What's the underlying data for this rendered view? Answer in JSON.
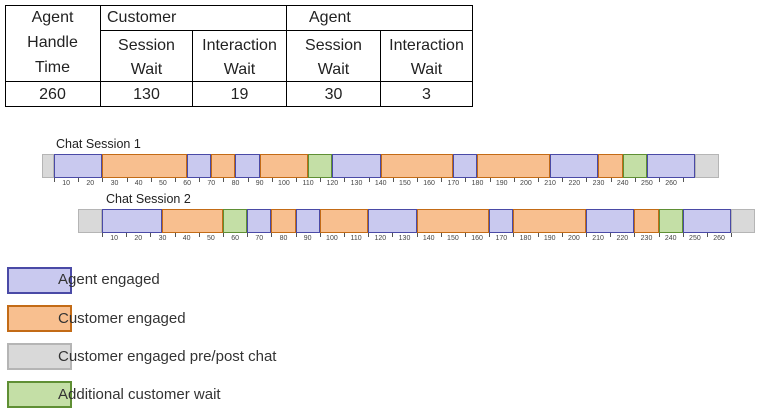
{
  "summary_table": {
    "agent_group_label": "Agent",
    "customer_group_label": "Customer",
    "agent_group2_label": "Agent",
    "col1_line2": "Handle",
    "col1_line3": "Time",
    "col2_line1": "Session",
    "col2_line2": "Wait",
    "col3_line1": "Interaction",
    "col3_line2": "Wait",
    "col4_line1": "Session",
    "col4_line2": "Wait",
    "col5_line1": "Interaction",
    "col5_line2": "Wait",
    "values": [
      "260",
      "130",
      "19",
      "30",
      "3"
    ]
  },
  "colors": {
    "agent_fill": "#c9c9ef",
    "agent_border": "#4a4aa6",
    "customer_fill": "#f8bf8f",
    "customer_border": "#c36b16",
    "prepost_fill": "#d9d9d9",
    "prepost_border": "#b5b5b5",
    "wait_fill": "#c4dfa6",
    "wait_border": "#5f8f34"
  },
  "sessions": [
    {
      "title": "Chat Session 1",
      "segments": [
        {
          "type": "prepost",
          "start": -5,
          "end": 0
        },
        {
          "type": "agent",
          "start": 0,
          "end": 20
        },
        {
          "type": "customer",
          "start": 20,
          "end": 55
        },
        {
          "type": "agent",
          "start": 55,
          "end": 65
        },
        {
          "type": "customer",
          "start": 65,
          "end": 75
        },
        {
          "type": "agent",
          "start": 75,
          "end": 85
        },
        {
          "type": "customer",
          "start": 85,
          "end": 105
        },
        {
          "type": "wait",
          "start": 105,
          "end": 115
        },
        {
          "type": "agent",
          "start": 115,
          "end": 135
        },
        {
          "type": "customer",
          "start": 135,
          "end": 165
        },
        {
          "type": "agent",
          "start": 165,
          "end": 175
        },
        {
          "type": "customer",
          "start": 175,
          "end": 205
        },
        {
          "type": "agent",
          "start": 205,
          "end": 225
        },
        {
          "type": "customer",
          "start": 225,
          "end": 235
        },
        {
          "type": "wait",
          "start": 235,
          "end": 245
        },
        {
          "type": "agent",
          "start": 245,
          "end": 265
        },
        {
          "type": "prepost",
          "start": 265,
          "end": 275
        }
      ],
      "tick_labels": [
        "10",
        "20",
        "30",
        "40",
        "50",
        "60",
        "70",
        "80",
        "90",
        "100",
        "110",
        "120",
        "130",
        "140",
        "150",
        "160",
        "170",
        "180",
        "190",
        "200",
        "210",
        "220",
        "230",
        "240",
        "250",
        "260"
      ]
    },
    {
      "title": "Chat Session 2",
      "segments": [
        {
          "type": "prepost",
          "start": -10,
          "end": 0
        },
        {
          "type": "agent",
          "start": 0,
          "end": 25
        },
        {
          "type": "customer",
          "start": 25,
          "end": 50
        },
        {
          "type": "wait",
          "start": 50,
          "end": 60
        },
        {
          "type": "agent",
          "start": 60,
          "end": 70
        },
        {
          "type": "customer",
          "start": 70,
          "end": 80
        },
        {
          "type": "agent",
          "start": 80,
          "end": 90
        },
        {
          "type": "customer",
          "start": 90,
          "end": 110
        },
        {
          "type": "agent",
          "start": 110,
          "end": 130
        },
        {
          "type": "customer",
          "start": 130,
          "end": 160
        },
        {
          "type": "agent",
          "start": 160,
          "end": 170
        },
        {
          "type": "customer",
          "start": 170,
          "end": 200
        },
        {
          "type": "agent",
          "start": 200,
          "end": 220
        },
        {
          "type": "customer",
          "start": 220,
          "end": 230
        },
        {
          "type": "wait",
          "start": 230,
          "end": 240
        },
        {
          "type": "agent",
          "start": 240,
          "end": 260
        },
        {
          "type": "prepost",
          "start": 260,
          "end": 270
        }
      ],
      "tick_labels": [
        "10",
        "20",
        "30",
        "40",
        "50",
        "60",
        "70",
        "80",
        "90",
        "100",
        "110",
        "120",
        "130",
        "140",
        "150",
        "160",
        "170",
        "180",
        "190",
        "200",
        "210",
        "220",
        "230",
        "240",
        "250",
        "260"
      ]
    }
  ],
  "legend": [
    {
      "type": "agent",
      "label": "Agent engaged"
    },
    {
      "type": "customer",
      "label": "Customer engaged"
    },
    {
      "type": "prepost",
      "label": "Customer engaged pre/post chat"
    },
    {
      "type": "wait",
      "label": "Additional customer wait"
    }
  ]
}
